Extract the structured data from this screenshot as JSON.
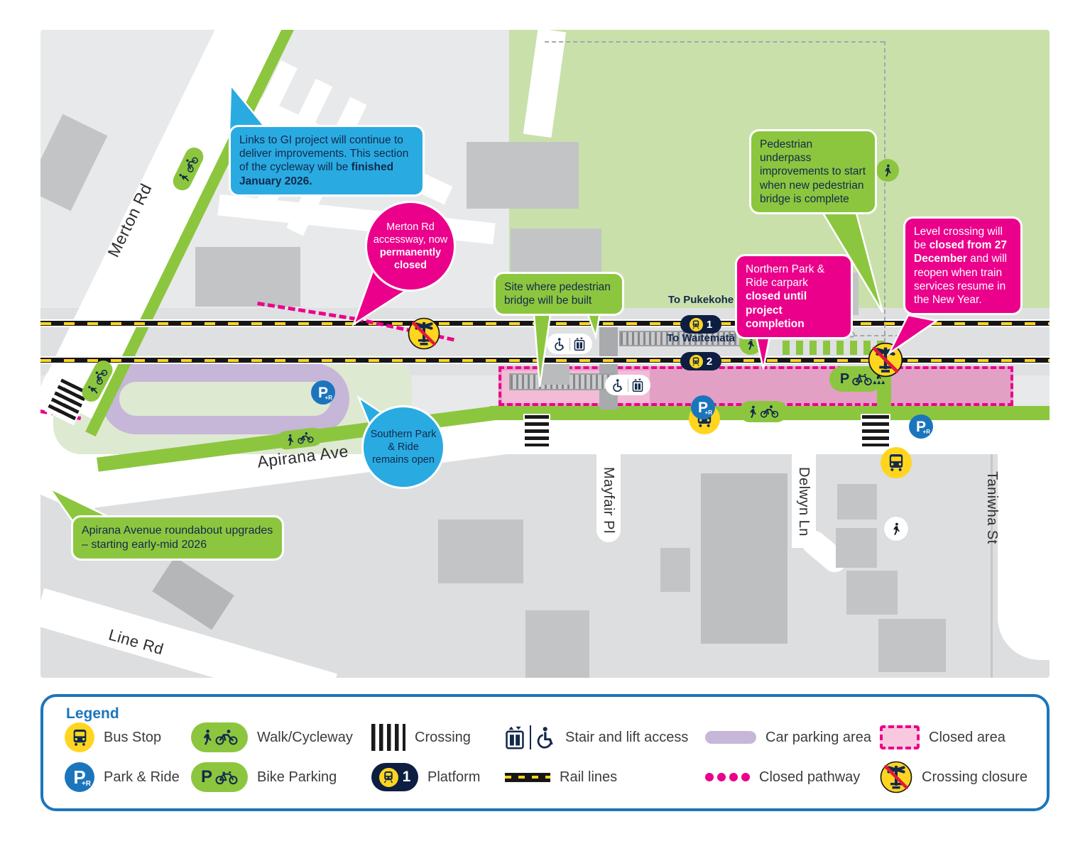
{
  "map": {
    "streets": {
      "merton": "Merton Rd",
      "apirana": "Apirana Ave",
      "mayfair": "Mayfair Pl",
      "delwyn": "Delwyn Ln",
      "taniwha": "Taniwha St",
      "line": "Line Rd"
    },
    "rail": {
      "to_pukekohe": "To Pukekohe",
      "to_waitemata": "To Waitematā"
    },
    "callouts": {
      "gi_links": {
        "text": "Links to GI project will continue to deliver improvements. This section of the cycleway will be ",
        "bold": "finished January 2026."
      },
      "merton_closed": {
        "text": "Merton Rd accessway, now ",
        "bold": "permanently closed"
      },
      "bridge_site": {
        "text": "Site where pedestrian bridge will be built"
      },
      "northern_park_ride": {
        "text": "Northern Park & Ride carpark ",
        "bold": "closed until project completion"
      },
      "underpass": {
        "text": "Pedestrian underpass improvements to start when new pedestrian bridge is complete"
      },
      "level_crossing": {
        "text": "Level crossing will be ",
        "bold": "closed from 27 December",
        "text2": " and will reopen when train services resume in the New Year."
      },
      "southern_park_ride": {
        "text": "Southern Park & Ride remains open"
      },
      "apirana_roundabout": {
        "text": "Apirana Avenue roundabout upgrades – starting early-mid 2026"
      }
    }
  },
  "glyphs": {
    "p": "P",
    "plus_r": "+R",
    "platform1": "1",
    "platform2": "2"
  },
  "legend": {
    "title": "Legend",
    "items": [
      {
        "id": "bus-stop",
        "label": "Bus Stop"
      },
      {
        "id": "park-ride",
        "label": "Park & Ride"
      },
      {
        "id": "walk-cycleway",
        "label": "Walk/Cycleway"
      },
      {
        "id": "bike-parking",
        "label": "Bike Parking"
      },
      {
        "id": "crossing",
        "label": "Crossing"
      },
      {
        "id": "platform",
        "label": "Platform"
      },
      {
        "id": "stair-lift",
        "label": "Stair and lift access"
      },
      {
        "id": "rail-lines",
        "label": "Rail lines"
      },
      {
        "id": "car-parking",
        "label": "Car parking area"
      },
      {
        "id": "closed-pathway",
        "label": "Closed pathway"
      },
      {
        "id": "closed-area",
        "label": "Closed area"
      },
      {
        "id": "crossing-closure",
        "label": "Crossing closure"
      }
    ]
  },
  "colors": {
    "cycleway_green": "#8CC63F",
    "callout_blue": "#29ABE2",
    "closure_pink": "#EB008B",
    "parking_lavender": "#C6B6D8",
    "bus_yellow": "#FFD520",
    "park_ride_blue": "#1B75BC",
    "navy_text": "#13294B",
    "parkland_green": "#C9E0AB"
  }
}
